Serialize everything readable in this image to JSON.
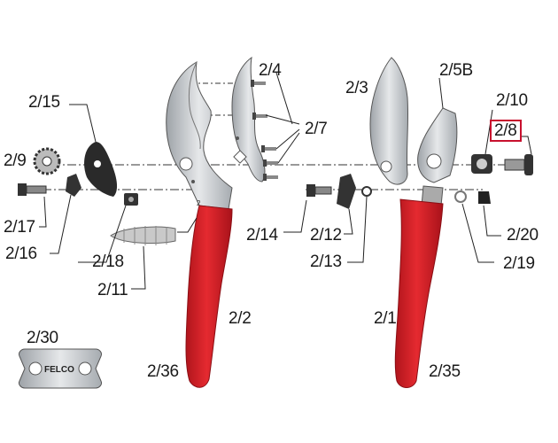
{
  "colors": {
    "handle": "#d8232a",
    "metal": "#cfd2d6",
    "dark": "#2a2a2a",
    "highlight": "#c8102e"
  },
  "labels": {
    "p2_4": "2/4",
    "p2_5b": "2/5B",
    "p2_3": "2/3",
    "p2_10": "2/10",
    "p2_15": "2/15",
    "p2_7": "2/7",
    "p2_8": "2/8",
    "p2_9": "2/9",
    "p2_17": "2/17",
    "p2_16": "2/16",
    "p2_14": "2/14",
    "p2_12": "2/12",
    "p2_20": "2/20",
    "p2_18": "2/18",
    "p2_13": "2/13",
    "p2_19": "2/19",
    "p2_11": "2/11",
    "p2_2": "2/2",
    "p2_1": "2/1",
    "p2_30": "2/30",
    "p2_36": "2/36",
    "p2_35": "2/35"
  },
  "tool_text": {
    "brand": "FELCO",
    "handle_mark": "2"
  },
  "highlighted_part": "2/8"
}
